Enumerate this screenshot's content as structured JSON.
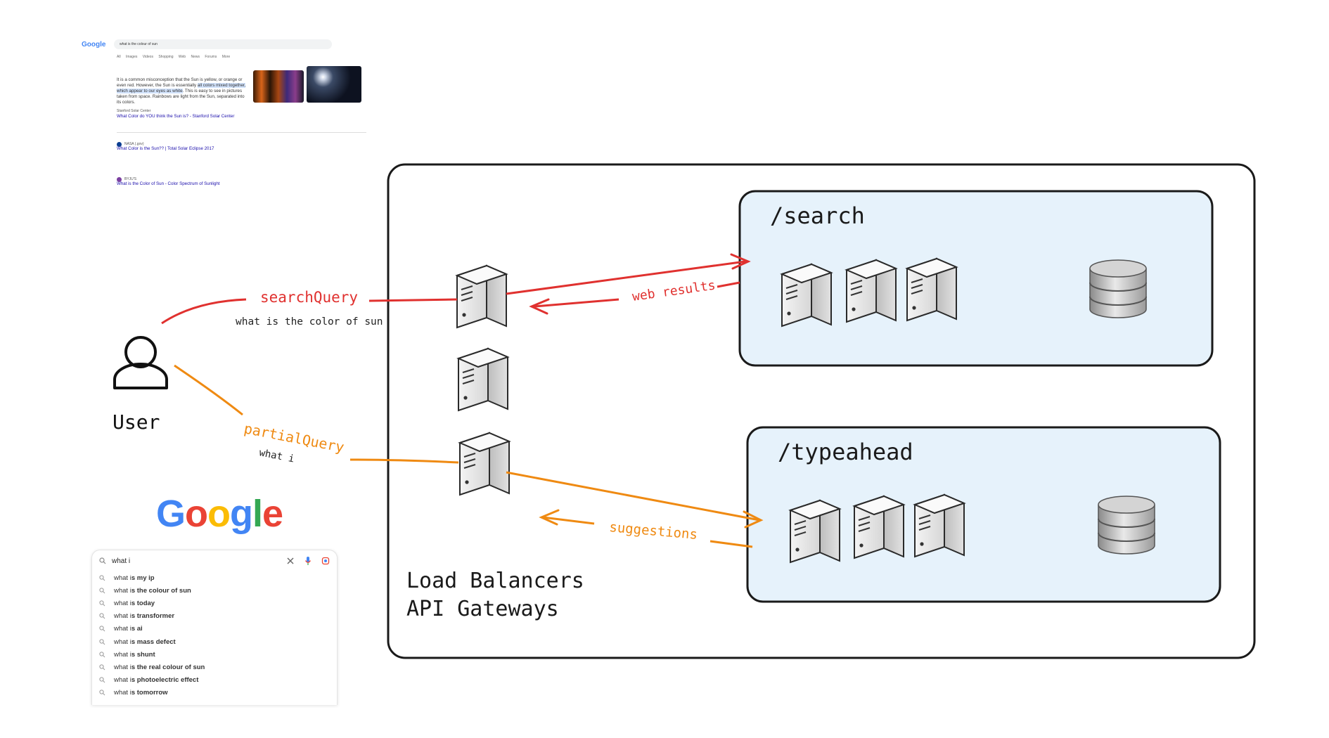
{
  "user": {
    "label": "User"
  },
  "search_arrow": {
    "label": "searchQuery",
    "example": "what is the color of sun",
    "response": "web results"
  },
  "typeahead_arrow": {
    "label": "partialQuery",
    "example": "what i",
    "response": "suggestions"
  },
  "lb": {
    "line1": "Load Balancers",
    "line2": "API Gateways"
  },
  "services": [
    {
      "name": "/search"
    },
    {
      "name": "/typeahead"
    }
  ],
  "colors": {
    "search": "#e0312f",
    "typeahead": "#ef8a12",
    "service_fill": "#e6f2fb",
    "ink": "#1a1a1a"
  },
  "google_logo": {
    "letters": [
      "G",
      "o",
      "o",
      "g",
      "l",
      "e"
    ],
    "colors": [
      "#4285F4",
      "#EA4335",
      "#FBBC05",
      "#4285F4",
      "#34A853",
      "#EA4335"
    ]
  },
  "autocomplete": {
    "input_value": "what i",
    "icons": [
      "search-icon",
      "clear-icon",
      "mic-icon",
      "lens-icon"
    ],
    "suggestions": [
      {
        "prefix": "what i",
        "completion": "s my ip"
      },
      {
        "prefix": "what i",
        "completion": "s the colour of sun"
      },
      {
        "prefix": "what i",
        "completion": "s today"
      },
      {
        "prefix": "what i",
        "completion": "s transformer"
      },
      {
        "prefix": "what i",
        "completion": "s ai"
      },
      {
        "prefix": "what i",
        "completion": "s mass defect"
      },
      {
        "prefix": "what i",
        "completion": "s shunt"
      },
      {
        "prefix": "what i",
        "completion": "s the real colour of sun"
      },
      {
        "prefix": "what i",
        "completion": "s photoelectric effect"
      },
      {
        "prefix": "what i",
        "completion": "s tomorrow"
      }
    ]
  },
  "serp": {
    "logo": "Google",
    "query": "what is the colour of sun",
    "tabs": [
      "All",
      "Images",
      "Videos",
      "Shopping",
      "Web",
      "News",
      "Forums",
      "More"
    ],
    "answer": "It is a common misconception that the Sun is yellow, or orange or even red. However, the Sun is essentially",
    "answer_highlight": "all colors mixed together, which appear to our eyes as white",
    "answer_tail": ". This is easy to see in pictures taken from space. Rainbows are light from the Sun, separated into its colors.",
    "answer_source": "Stanford Solar Center",
    "answer_link": "What Color do YOU think the Sun is? - Stanford Solar Center",
    "results": [
      {
        "site": "NASA (.gov)",
        "title": "What Color is the Sun?? | Total Solar Eclipse 2017"
      },
      {
        "site": "BYJU'S",
        "title": "What is the Color of Sun - Color Spectrum of Sunlight"
      }
    ]
  }
}
